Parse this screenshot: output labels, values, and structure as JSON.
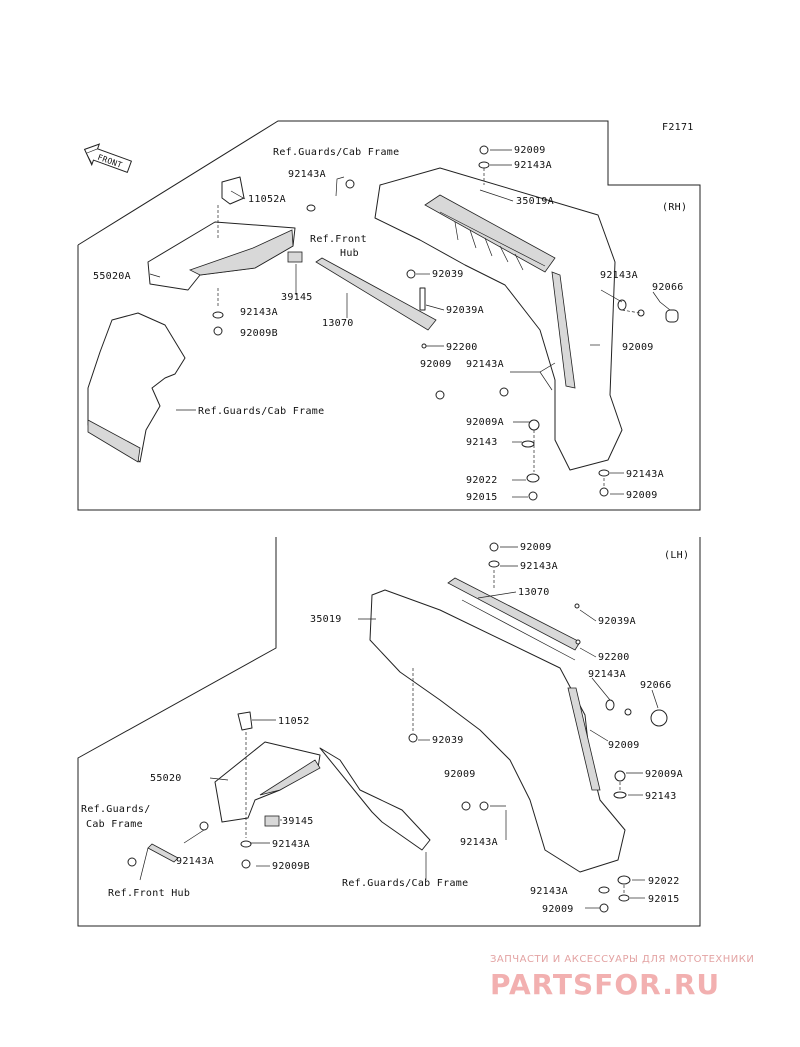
{
  "figure_code": "F2171",
  "front_marker": "FRONT",
  "watermark": {
    "tagline": "ЗАПЧАСТИ И АКСЕССУАРЫ ДЛЯ МОТОТЕХНИКИ",
    "brand": "PARTSFOR.RU"
  },
  "rh": {
    "side_label": "(RH)",
    "labels": {
      "ref_guards_top": "Ref.Guards/Cab Frame",
      "p92143A_a": "92143A",
      "p11052A": "11052A",
      "ref_front_hub": "Ref.Front\nHub",
      "p55020A": "55020A",
      "p39145": "39145",
      "p13070": "13070",
      "p92143A_b": "92143A",
      "p92009B": "92009B",
      "ref_guards_bottom": "Ref.Guards/Cab Frame",
      "p92009_top": "92009",
      "p92143A_top": "92143A",
      "p35019A": "35019A",
      "p92039": "92039",
      "p92039A": "92039A",
      "p92143A_r": "92143A",
      "p92066": "92066",
      "p92009_r": "92009",
      "p92200": "92200",
      "p92009_m": "92009",
      "p92143A_m": "92143A",
      "p92009A": "92009A",
      "p92143": "92143",
      "p92022": "92022",
      "p92015": "92015",
      "p92143A_br": "92143A",
      "p92009_br": "92009"
    }
  },
  "lh": {
    "side_label": "(LH)",
    "labels": {
      "p92009_top": "92009",
      "p92143A_top": "92143A",
      "p13070": "13070",
      "p35019": "35019",
      "p92039A": "92039A",
      "p92200": "92200",
      "p92143A_r": "92143A",
      "p92066": "92066",
      "p92009_r": "92009",
      "p11052": "11052",
      "p92039": "92039",
      "p55020": "55020",
      "p92009_m": "92009",
      "p92009A": "92009A",
      "p92143": "92143",
      "ref_guards_left": "Ref.Guards/\nCab Frame",
      "p39145": "39145",
      "p92143A_l": "92143A",
      "p92143A_c": "92143A",
      "p92009B": "92009B",
      "p92143A_m": "92143A",
      "ref_front_hub": "Ref.Front Hub",
      "ref_guards_bottom": "Ref.Guards/Cab Frame",
      "p92022": "92022",
      "p92143A_b": "92143A",
      "p92015": "92015",
      "p92009_b": "92009"
    }
  }
}
